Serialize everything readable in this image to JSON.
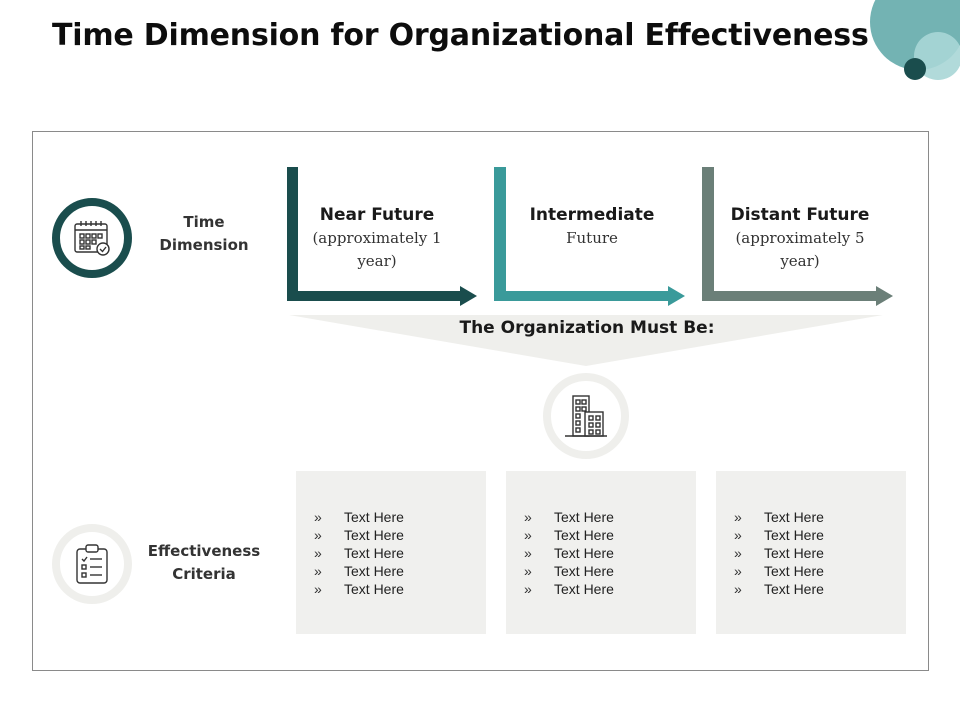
{
  "slide": {
    "title": "Time Dimension for Organizational Effectiveness"
  },
  "rows": {
    "time_label": "Time Dimension",
    "criteria_label": "Effectiveness Criteria"
  },
  "phases": [
    {
      "title": "Near Future",
      "subtitle": "(approximately 1 year)",
      "color": "#1a4d4d"
    },
    {
      "title": "Intermediate",
      "subtitle": "Future",
      "color": "#3a9a9a"
    },
    {
      "title": "Distant Future",
      "subtitle": "(approximately 5 year)",
      "color": "#6b7f78"
    }
  ],
  "must_be": "The Organization Must Be:",
  "icons": {
    "time": "calendar-icon",
    "criteria": "clipboard-checklist-icon",
    "center": "building-icon"
  },
  "criteria_boxes": [
    {
      "bullet": "»",
      "items": [
        "Text Here",
        "Text Here",
        "Text Here",
        "Text Here",
        "Text Here"
      ]
    },
    {
      "bullet": "»",
      "items": [
        "Text Here",
        "Text Here",
        "Text Here",
        "Text Here",
        "Text Here"
      ]
    },
    {
      "bullet": "»",
      "items": [
        "Text Here",
        "Text Here",
        "Text Here",
        "Text Here",
        "Text Here"
      ]
    }
  ]
}
